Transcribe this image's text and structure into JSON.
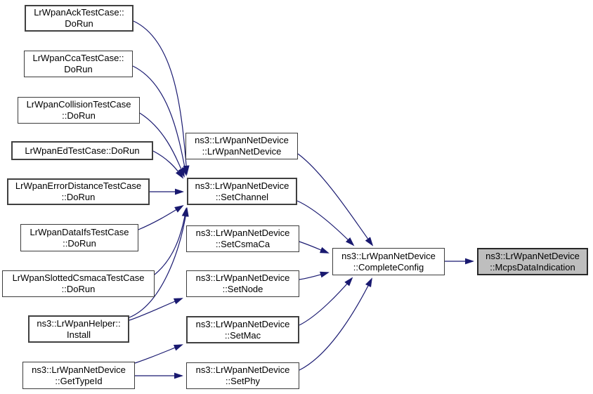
{
  "diagram": {
    "kind": "call-graph",
    "edge_color": "#191970",
    "node_border_color": "#404040",
    "highlight_fill": "#bebebe",
    "nodes": {
      "ack": {
        "line1": "LrWpanAckTestCase::",
        "line2": "DoRun",
        "bold": true,
        "highlighted": false
      },
      "cca": {
        "line1": "LrWpanCcaTestCase::",
        "line2": "DoRun",
        "bold": false,
        "highlighted": false
      },
      "collision": {
        "line1": "LrWpanCollisionTestCase",
        "line2": "::DoRun",
        "bold": false,
        "highlighted": false
      },
      "ed": {
        "line1": "LrWpanEdTestCase::DoRun",
        "line2": "",
        "bold": true,
        "highlighted": false
      },
      "errordistance": {
        "line1": "LrWpanErrorDistanceTestCase",
        "line2": "::DoRun",
        "bold": true,
        "highlighted": false
      },
      "dataifs": {
        "line1": "LrWpanDataIfsTestCase",
        "line2": "::DoRun",
        "bold": false,
        "highlighted": false
      },
      "slottedcsmaca": {
        "line1": "LrWpanSlottedCsmacaTestCase",
        "line2": "::DoRun",
        "bold": false,
        "highlighted": false
      },
      "install": {
        "line1": "ns3::LrWpanHelper::",
        "line2": "Install",
        "bold": true,
        "highlighted": false
      },
      "gettypeid": {
        "line1": "ns3::LrWpanNetDevice",
        "line2": "::GetTypeId",
        "bold": false,
        "highlighted": false
      },
      "ctor": {
        "line1": "ns3::LrWpanNetDevice",
        "line2": "::LrWpanNetDevice",
        "bold": false,
        "highlighted": false
      },
      "setchannel": {
        "line1": "ns3::LrWpanNetDevice",
        "line2": "::SetChannel",
        "bold": true,
        "highlighted": false
      },
      "setcsmaca": {
        "line1": "ns3::LrWpanNetDevice",
        "line2": "::SetCsmaCa",
        "bold": false,
        "highlighted": false
      },
      "setnode": {
        "line1": "ns3::LrWpanNetDevice",
        "line2": "::SetNode",
        "bold": false,
        "highlighted": false
      },
      "setmac": {
        "line1": "ns3::LrWpanNetDevice",
        "line2": "::SetMac",
        "bold": true,
        "highlighted": false
      },
      "setphy": {
        "line1": "ns3::LrWpanNetDevice",
        "line2": "::SetPhy",
        "bold": false,
        "highlighted": false
      },
      "completeconfig": {
        "line1": "ns3::LrWpanNetDevice",
        "line2": "::CompleteConfig",
        "bold": false,
        "highlighted": false
      },
      "mcps": {
        "line1": "ns3::LrWpanNetDevice",
        "line2": "::McpsDataIndication",
        "bold": true,
        "highlighted": true
      }
    },
    "edges": [
      {
        "from": "ack",
        "to": "setchannel"
      },
      {
        "from": "cca",
        "to": "setchannel"
      },
      {
        "from": "collision",
        "to": "setchannel"
      },
      {
        "from": "ed",
        "to": "setchannel"
      },
      {
        "from": "errordistance",
        "to": "setchannel"
      },
      {
        "from": "dataifs",
        "to": "setchannel"
      },
      {
        "from": "slottedcsmaca",
        "to": "setchannel"
      },
      {
        "from": "install",
        "to": "setchannel"
      },
      {
        "from": "install",
        "to": "setnode"
      },
      {
        "from": "gettypeid",
        "to": "setmac"
      },
      {
        "from": "gettypeid",
        "to": "setphy"
      },
      {
        "from": "ctor",
        "to": "completeconfig"
      },
      {
        "from": "setchannel",
        "to": "completeconfig"
      },
      {
        "from": "setcsmaca",
        "to": "completeconfig"
      },
      {
        "from": "setnode",
        "to": "completeconfig"
      },
      {
        "from": "setmac",
        "to": "completeconfig"
      },
      {
        "from": "setphy",
        "to": "completeconfig"
      },
      {
        "from": "completeconfig",
        "to": "mcps"
      }
    ]
  }
}
